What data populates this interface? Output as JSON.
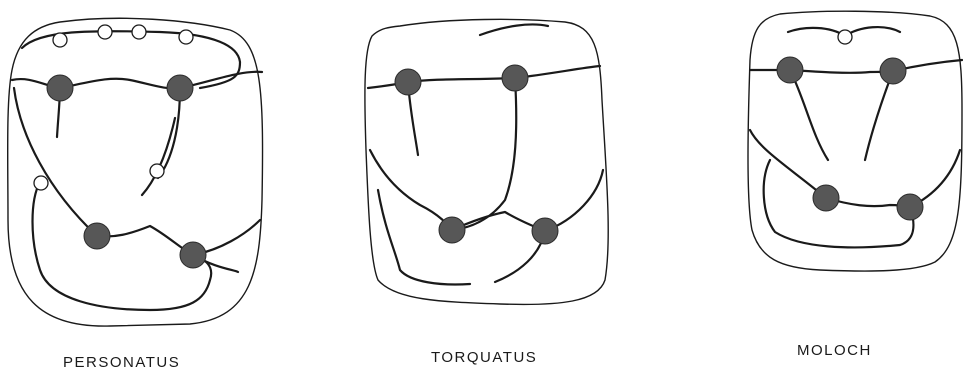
{
  "figure": {
    "species": [
      {
        "name": "PERSONATUS"
      },
      {
        "name": "TORQUATUS"
      },
      {
        "name": "MOLOCH"
      }
    ],
    "colors": {
      "line": "#1a1a1a",
      "filled_cusp": "#575757",
      "background": "#ffffff"
    }
  }
}
